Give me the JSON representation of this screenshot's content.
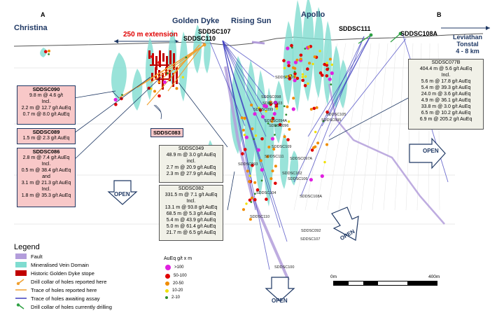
{
  "ends": {
    "left": "A",
    "right": "B"
  },
  "deposits": [
    {
      "id": "christina",
      "name": "Christina"
    },
    {
      "id": "golden-dyke",
      "name": "Golden Dyke"
    },
    {
      "id": "rising-sun",
      "name": "Rising Sun"
    },
    {
      "id": "apollo",
      "name": "Apollo"
    }
  ],
  "extension_label": "250 m extension",
  "collar_labels": {
    "sddsc107": "SDDSC107",
    "sddsc110": "SDDSC110",
    "sddsc111": "SDDSC111",
    "sddsc108a": "SDDSC108A"
  },
  "direction_label": [
    "Leviathan",
    "Tonstal",
    "4 - 8 km"
  ],
  "open_label": "OPEN",
  "hole_labels": [
    "SDDSC101",
    "SDDSC098",
    "SDDSC103",
    "SDDSC099",
    "SDDSC094A",
    "SDDSC096",
    "SDDSC105",
    "SDDSC095",
    "SDDSC109",
    "SDDSC111",
    "SDDSC093",
    "SDDSC097A",
    "SDDSC102",
    "SDDSC106",
    "SDDSC104",
    "SDDSC108A",
    "SDDSC110",
    "SDDSC092",
    "SDDSC107",
    "SDDSC100"
  ],
  "intercepts": {
    "sddsc090": {
      "hole": "SDDSC090",
      "lines": [
        "9.8 m @ 4.6 g/t",
        "Incl.",
        "2.2 m @ 12.7 g/t AuEq",
        "0.7 m @ 8.0 g/t AuEq"
      ]
    },
    "sddsc089": {
      "hole": "SDDSC089",
      "lines": [
        "1.5 m @ 2.3 g/t AuEq"
      ]
    },
    "sddsc086": {
      "hole": "SDDSC086",
      "lines": [
        "2.8 m @ 7.4 g/t AuEq",
        "Incl.",
        "0.5 m @ 38.4 g/t AuEq",
        "and",
        "3.1 m @ 21.3 g/t AuEq",
        "Incl.",
        "1.8 m @ 35.3 g/t AuEq"
      ]
    },
    "sddsc083": {
      "hole": "SDDSC083"
    },
    "sddsc049": {
      "hole": "SDDSC049",
      "lines": [
        "48.9 m @ 3.0 g/t AuEq",
        "incl.",
        "2.7 m @ 20.9 g/t AuEq",
        "2.3 m @ 27.9 g/t AuEq"
      ]
    },
    "sddsc082": {
      "hole": "SDDSC082",
      "lines": [
        "331.5 m @ 7.1 g/t AuEq",
        "Incl.",
        "13.1 m @ 93.8 g/t AuEq",
        "68.5 m @ 5.3 g/t AuEq",
        "5.4 m @ 43.9 g/t AuEq",
        "5.0 m @ 61.4 g/t AuEq",
        "21.7 m @ 6.5 g/t AuEq"
      ]
    },
    "sddsc077b": {
      "hole": "SDDSC077B",
      "lines": [
        "404.4 m @ 5.6 g/t AuEq",
        "Incl.",
        "5.6 m @ 17.8 g/t AuEq",
        "5.4 m @ 39.3 g/t AuEq",
        "24.0 m @ 3.6 g/t AuEq",
        "4.9 m @ 36.1 g/t AuEq",
        "33.8 m @ 3.0 g/t AuEq",
        "6.5 m @ 10.2 g/t AuEq",
        "6.9 m @ 205.2 g/t AuEq"
      ]
    }
  },
  "legend": {
    "title": "Legend",
    "items": [
      {
        "label": "Fault",
        "color": "#b39ddb",
        "symbol": "box"
      },
      {
        "label": "Mineralised Vein Domain",
        "color": "#7fdcd0",
        "symbol": "box"
      },
      {
        "label": "Historic Golden Dyke stope",
        "color": "#c00000",
        "symbol": "box"
      },
      {
        "label": "Drill collar of holes reported here",
        "color": "#f0a030",
        "symbol": "collar"
      },
      {
        "label": "Trace of holes reported here",
        "color": "#f0a030",
        "symbol": "line"
      },
      {
        "label": "Trace of holes awaiting assay",
        "color": "#3f3fbf",
        "symbol": "line"
      },
      {
        "label": "Drill collar of holes currently drilling",
        "color": "#2ea043",
        "symbol": "collar"
      }
    ]
  },
  "grade_legend": {
    "title": "AuEq g/t x m",
    "classes": [
      {
        "label": ">100",
        "color": "#e020e0"
      },
      {
        "label": "50-100",
        "color": "#e00000"
      },
      {
        "label": "20-50",
        "color": "#f08c00"
      },
      {
        "label": "10-20",
        "color": "#f0e000"
      },
      {
        "label": "2-10",
        "color": "#2e8b2e"
      }
    ]
  },
  "scale": {
    "start": "0m",
    "end": "400m"
  },
  "colors": {
    "vein": "#7fdcd0",
    "fault": "#b39ddb",
    "stope": "#c00000",
    "reported": "#f0a030",
    "awaiting": "#3f3fbf",
    "drilling": "#2ea043",
    "navy": "#1f3864",
    "pink_box": "#f8c8c8"
  }
}
